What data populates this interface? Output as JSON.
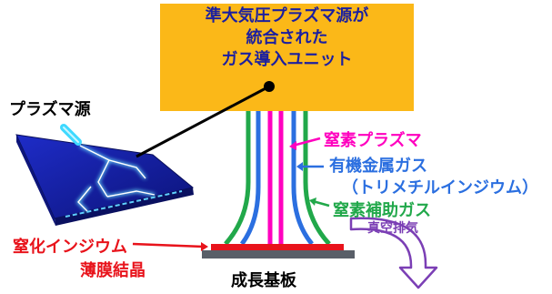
{
  "unit": {
    "lines": [
      "準大気圧プラズマ源が",
      "統合された",
      "ガス導入ユニット"
    ]
  },
  "plasma_source_label": "プラズマ源",
  "gases": {
    "nitrogen_plasma": "窒素プラズマ",
    "organometal_gas": "有機金属ガス",
    "trimethylindium": "（トリメチルインジウム）",
    "nitrogen_aux": "窒素補助ガス"
  },
  "exhaust_label": "真空排気",
  "film_label": [
    "窒化インジウム",
    "薄膜結晶"
  ],
  "substrate_label": "成長基板",
  "colors": {
    "box": "#fbb818",
    "box_text": "#1b1fa0",
    "green": "#21a84a",
    "blue": "#2b6fe0",
    "magenta": "#ff00bf",
    "red": "#e8131b",
    "substrate": "#595f68",
    "exhaust": "#7b3fb5"
  }
}
